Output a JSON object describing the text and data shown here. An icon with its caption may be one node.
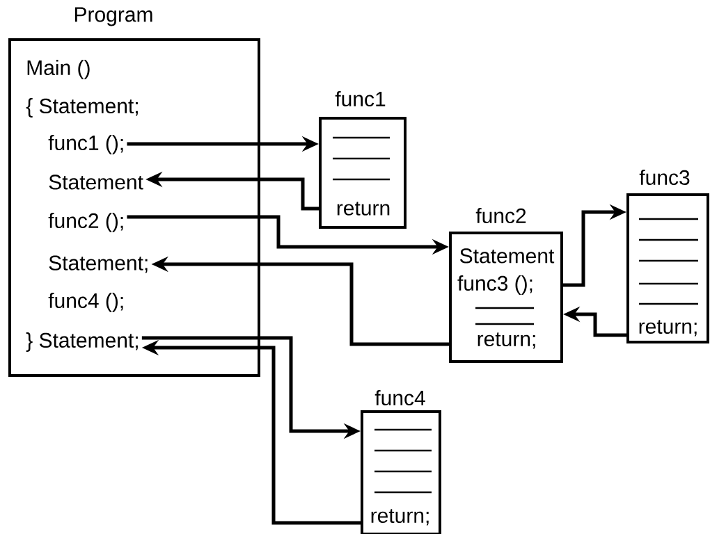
{
  "diagram": {
    "nodes": [
      {
        "text": [
          "Program"
        ]
      },
      {
        "text": [
          "Main ()"
        ],
        "in": 0
      },
      {
        "text": [
          "{ Statement;"
        ],
        "in": 0
      },
      {
        "text": [
          "func1 ();"
        ],
        "in": 0
      },
      {
        "text": [
          "Statement"
        ],
        "in": 0
      },
      {
        "text": [
          "func2 ();"
        ],
        "in": 0
      },
      {
        "text": [
          "Statement;"
        ],
        "in": 0
      },
      {
        "text": [
          "func4 ();"
        ],
        "in": 0
      },
      {
        "text": [
          "} Statement;"
        ],
        "in": 0
      },
      {
        "text": [
          "func1",
          "return"
        ]
      },
      {
        "text": [
          "func2",
          "Statement",
          "func3 ();",
          "return;"
        ]
      },
      {
        "text": [
          "func3",
          "return;"
        ]
      },
      {
        "text": [
          "func4",
          "return;"
        ]
      }
    ],
    "edges": [
      {
        "from": 3,
        "to": 9,
        "arrow": "to"
      },
      {
        "from": 9,
        "to": 4,
        "arrow": "to"
      },
      {
        "from": 5,
        "to": 10,
        "arrow": "to"
      },
      {
        "from": 10,
        "to": 6,
        "arrow": "to"
      },
      {
        "from": 10,
        "to": 11,
        "arrow": "to"
      },
      {
        "from": 11,
        "to": 10,
        "arrow": "to"
      },
      {
        "from": 8,
        "to": 12,
        "arrow": "to"
      },
      {
        "from": 12,
        "to": 8,
        "arrow": "to"
      }
    ]
  }
}
